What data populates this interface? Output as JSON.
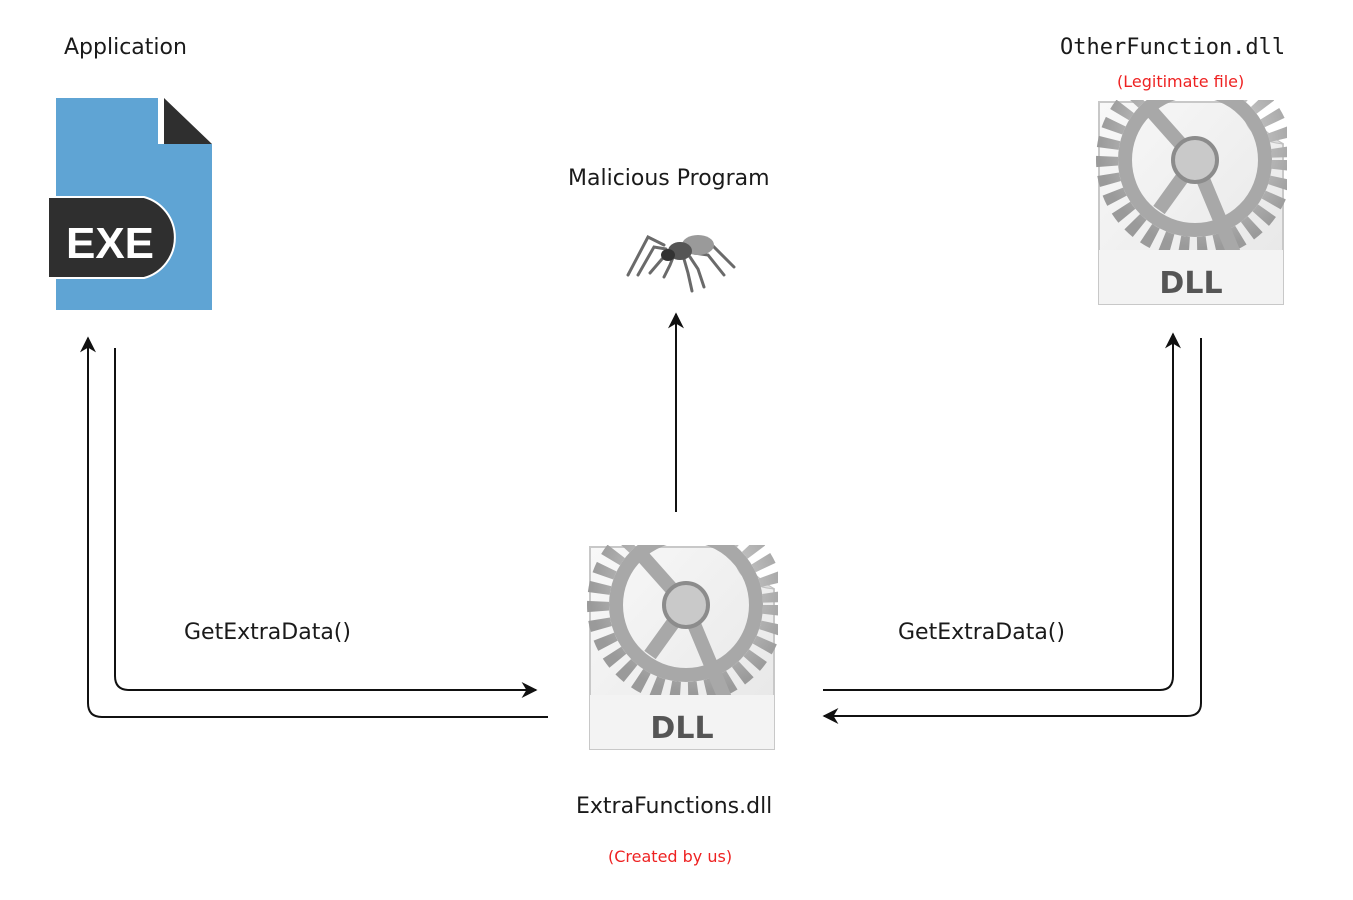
{
  "nodes": {
    "application": {
      "label": "Application",
      "icon": "exe-file-icon",
      "icon_text": "EXE",
      "color": "#5fa4d4"
    },
    "malicious": {
      "label": "Malicious Program",
      "icon": "spider-icon"
    },
    "other_dll": {
      "label": "OtherFunction.dll",
      "note": "(Legitimate file)",
      "icon": "dll-file-icon",
      "icon_text": "DLL"
    },
    "extra_dll": {
      "label": "ExtraFunctions.dll",
      "note": "(Created by us)",
      "icon": "dll-file-icon",
      "icon_text": "DLL"
    }
  },
  "edges": {
    "left_call": {
      "label": "GetExtraData()"
    },
    "right_call": {
      "label": "GetExtraData()"
    }
  },
  "colors": {
    "note": "#ee2222",
    "line": "#111111"
  }
}
